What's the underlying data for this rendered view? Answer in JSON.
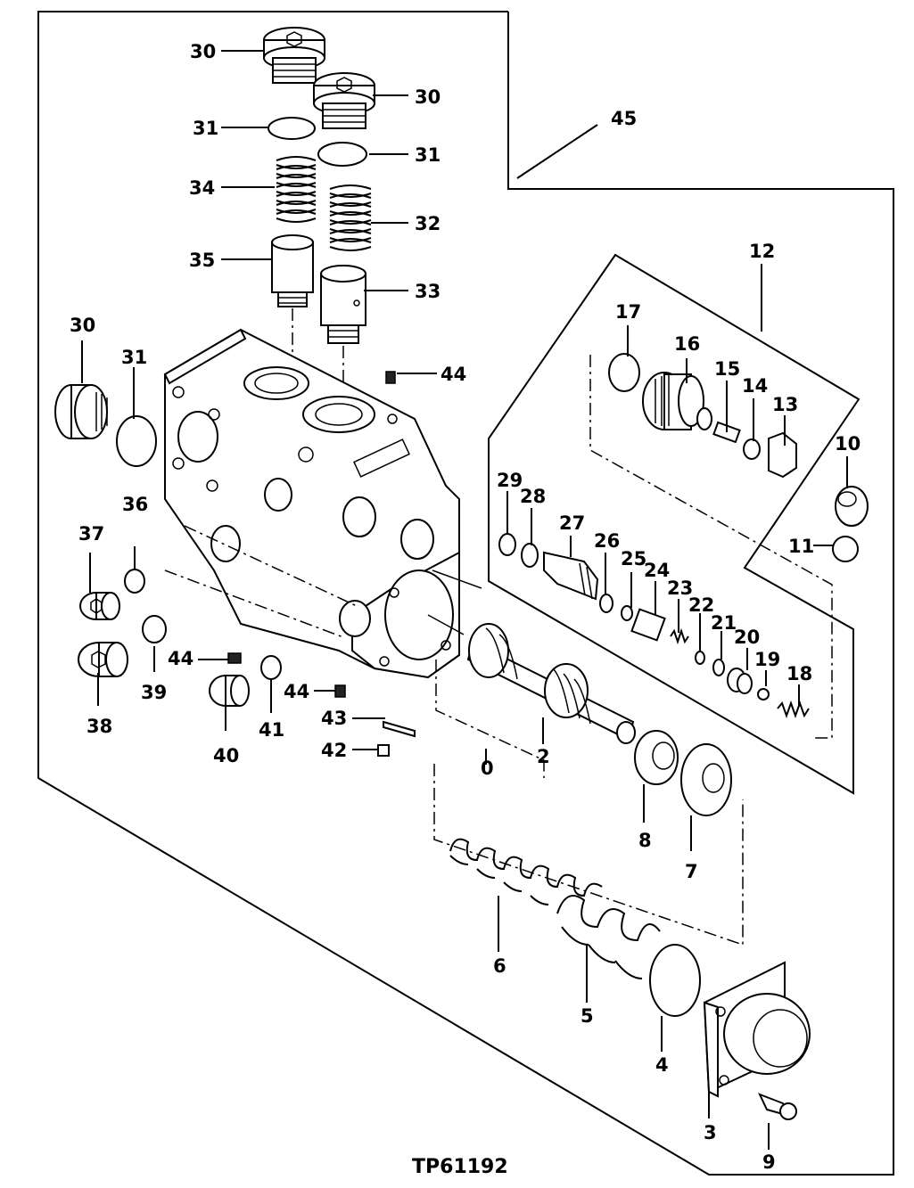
{
  "figure_ref": "TP61192",
  "callouts": [
    {
      "id": "c30a",
      "label": "30"
    },
    {
      "id": "c30b",
      "label": "30"
    },
    {
      "id": "c31a",
      "label": "31"
    },
    {
      "id": "c31b",
      "label": "31"
    },
    {
      "id": "c34",
      "label": "34"
    },
    {
      "id": "c32",
      "label": "32"
    },
    {
      "id": "c35",
      "label": "35"
    },
    {
      "id": "c33",
      "label": "33"
    },
    {
      "id": "c45",
      "label": "45"
    },
    {
      "id": "c12",
      "label": "12"
    },
    {
      "id": "c30c",
      "label": "30"
    },
    {
      "id": "c31c",
      "label": "31"
    },
    {
      "id": "c44a",
      "label": "44"
    },
    {
      "id": "c17",
      "label": "17"
    },
    {
      "id": "c16",
      "label": "16"
    },
    {
      "id": "c15",
      "label": "15"
    },
    {
      "id": "c14",
      "label": "14"
    },
    {
      "id": "c13",
      "label": "13"
    },
    {
      "id": "c10",
      "label": "10"
    },
    {
      "id": "c11",
      "label": "11"
    },
    {
      "id": "c29",
      "label": "29"
    },
    {
      "id": "c28",
      "label": "28"
    },
    {
      "id": "c27",
      "label": "27"
    },
    {
      "id": "c26",
      "label": "26"
    },
    {
      "id": "c25",
      "label": "25"
    },
    {
      "id": "c24",
      "label": "24"
    },
    {
      "id": "c23",
      "label": "23"
    },
    {
      "id": "c22",
      "label": "22"
    },
    {
      "id": "c21",
      "label": "21"
    },
    {
      "id": "c20",
      "label": "20"
    },
    {
      "id": "c19",
      "label": "19"
    },
    {
      "id": "c18",
      "label": "18"
    },
    {
      "id": "c36",
      "label": "36"
    },
    {
      "id": "c37",
      "label": "37"
    },
    {
      "id": "c39",
      "label": "39"
    },
    {
      "id": "c38",
      "label": "38"
    },
    {
      "id": "c44b",
      "label": "44"
    },
    {
      "id": "c44c",
      "label": "44"
    },
    {
      "id": "c40",
      "label": "40"
    },
    {
      "id": "c41",
      "label": "41"
    },
    {
      "id": "c43",
      "label": "43"
    },
    {
      "id": "c42",
      "label": "42"
    },
    {
      "id": "c0",
      "label": "0"
    },
    {
      "id": "c2",
      "label": "2"
    },
    {
      "id": "c8",
      "label": "8"
    },
    {
      "id": "c7",
      "label": "7"
    },
    {
      "id": "c6",
      "label": "6"
    },
    {
      "id": "c5",
      "label": "5"
    },
    {
      "id": "c4",
      "label": "4"
    },
    {
      "id": "c3",
      "label": "3"
    },
    {
      "id": "c9",
      "label": "9"
    }
  ]
}
